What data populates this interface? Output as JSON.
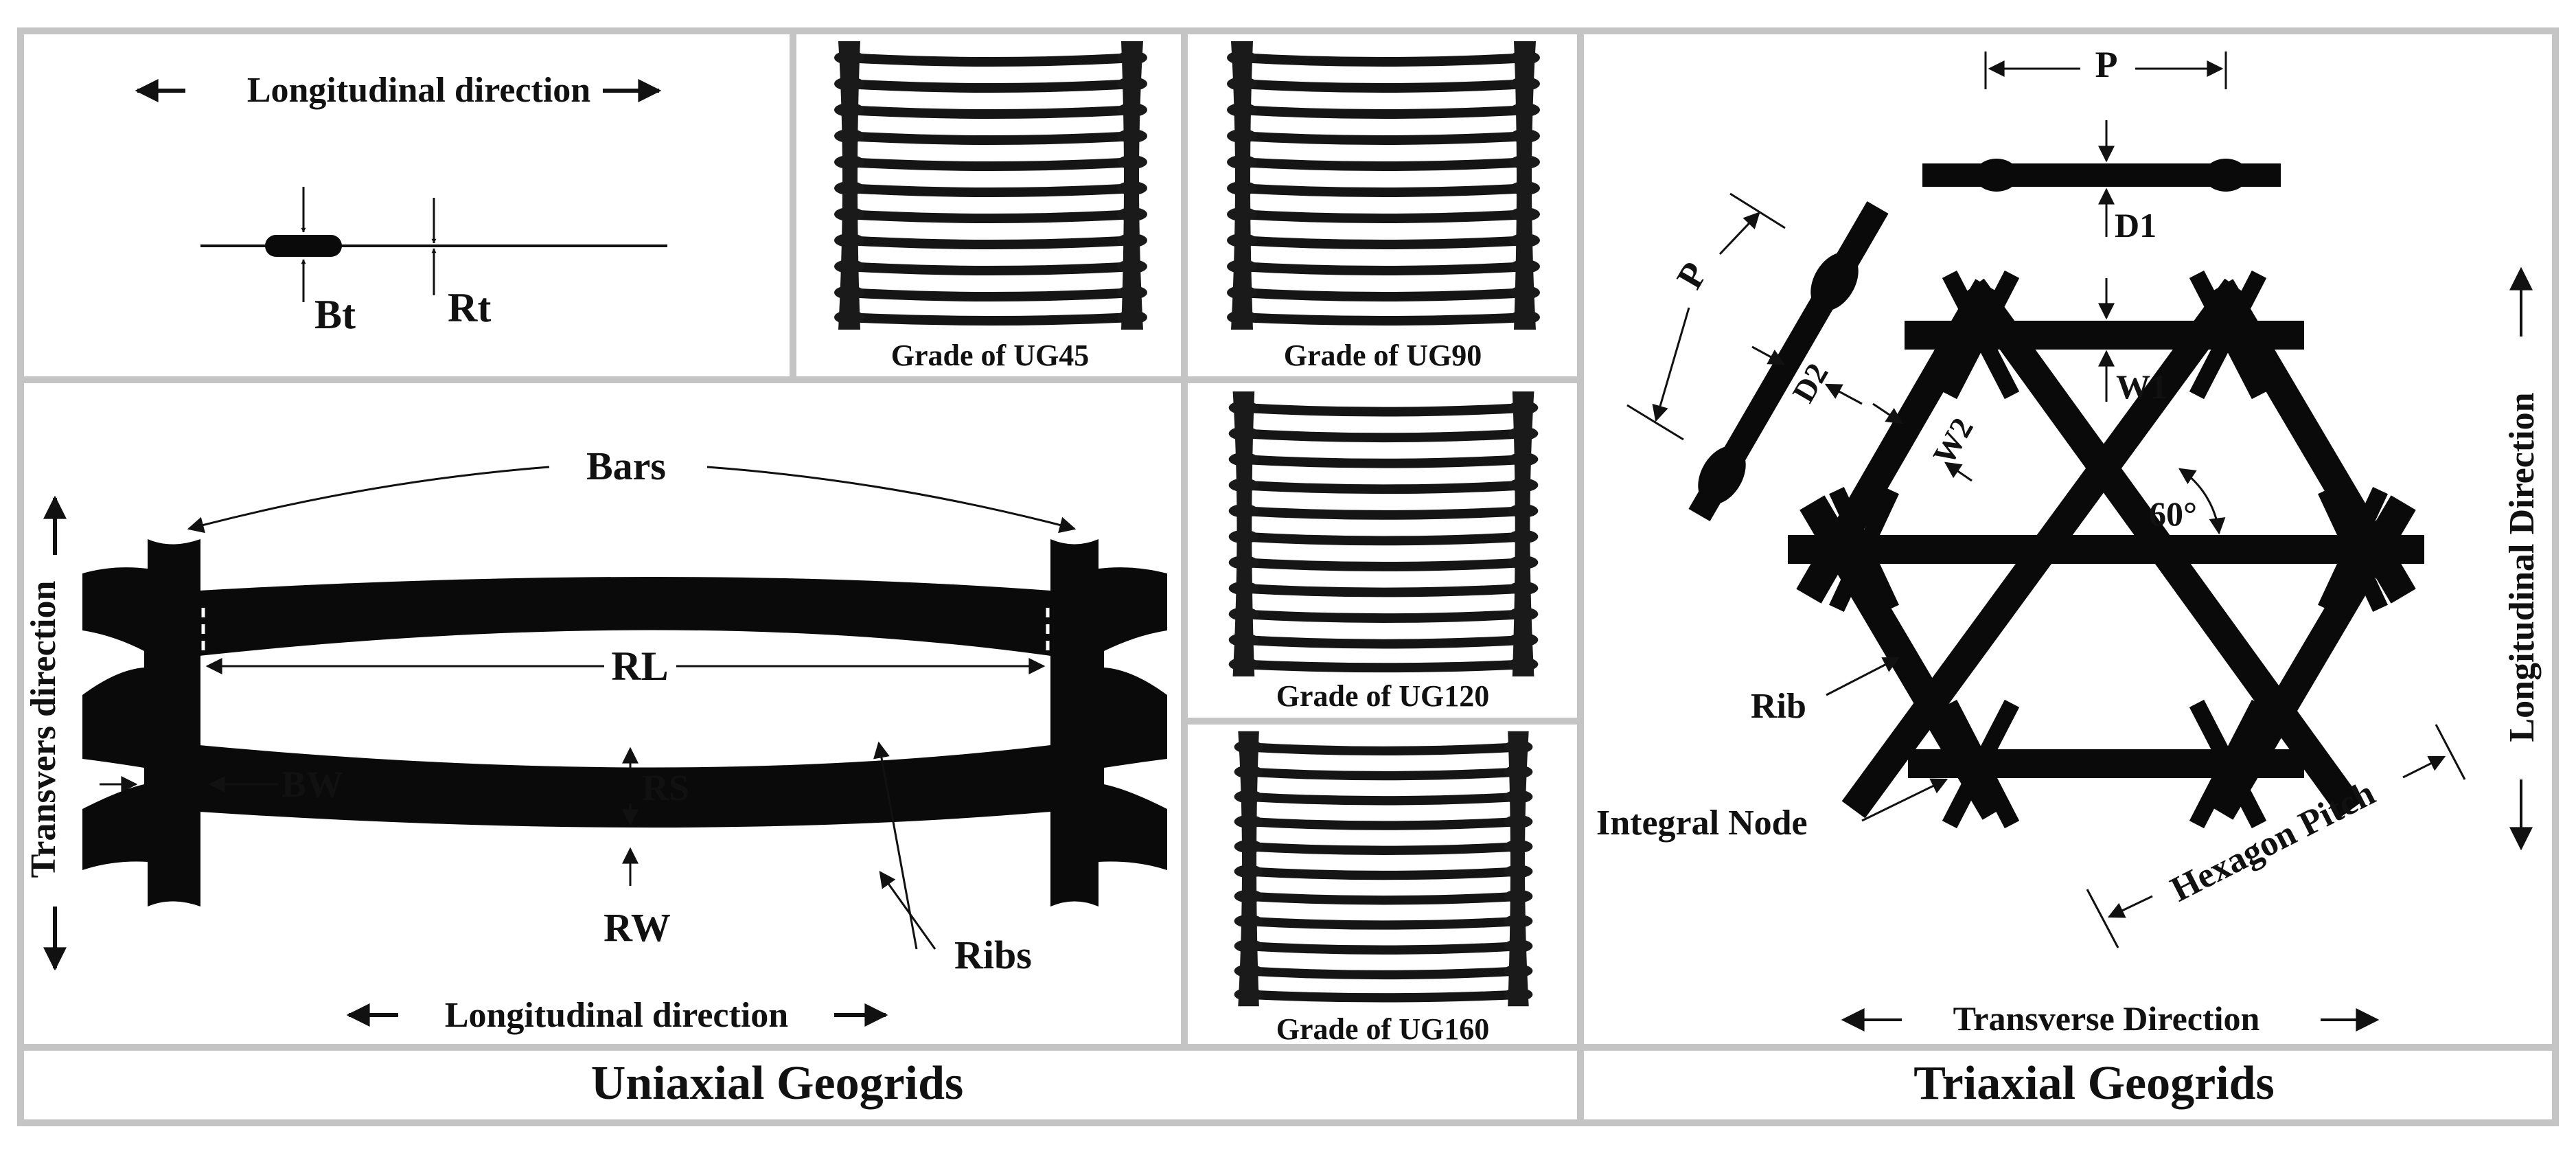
{
  "uniaxial": {
    "caption": "Uniaxial Geogrids",
    "cross_section": {
      "direction_label": "Longitudinal direction",
      "bar_thickness": "Bt",
      "rib_thickness": "Rt"
    },
    "detail": {
      "bars_label": "Bars",
      "rib_length": "RL",
      "bar_width": "BW",
      "rib_spacing": "RS",
      "rib_width": "RW",
      "ribs_label": "Ribs",
      "transverse_label": "Transvers direction",
      "longitudinal_label": "Longitudinal direction"
    },
    "grades": [
      {
        "label": "Grade of UG45"
      },
      {
        "label": "Grade of UG90"
      },
      {
        "label": "Grade of UG120"
      },
      {
        "label": "Grade of UG160"
      }
    ]
  },
  "triaxial": {
    "caption": "Triaxial Geogrids",
    "pitch": "P",
    "depth_1": "D1",
    "depth_2": "D2",
    "width_1": "W1",
    "width_2": "W2",
    "angle": "60°",
    "rib_label": "Rib",
    "node_label": "Integral Node",
    "hexagon_pitch": "Hexagon Pitch",
    "longitudinal_label": "Longitudinal Direction",
    "transverse_label": "Transverse Direction"
  },
  "colors": {
    "grid": "#0a0a0a",
    "border": "#c4c4c4",
    "background": "#ffffff"
  }
}
